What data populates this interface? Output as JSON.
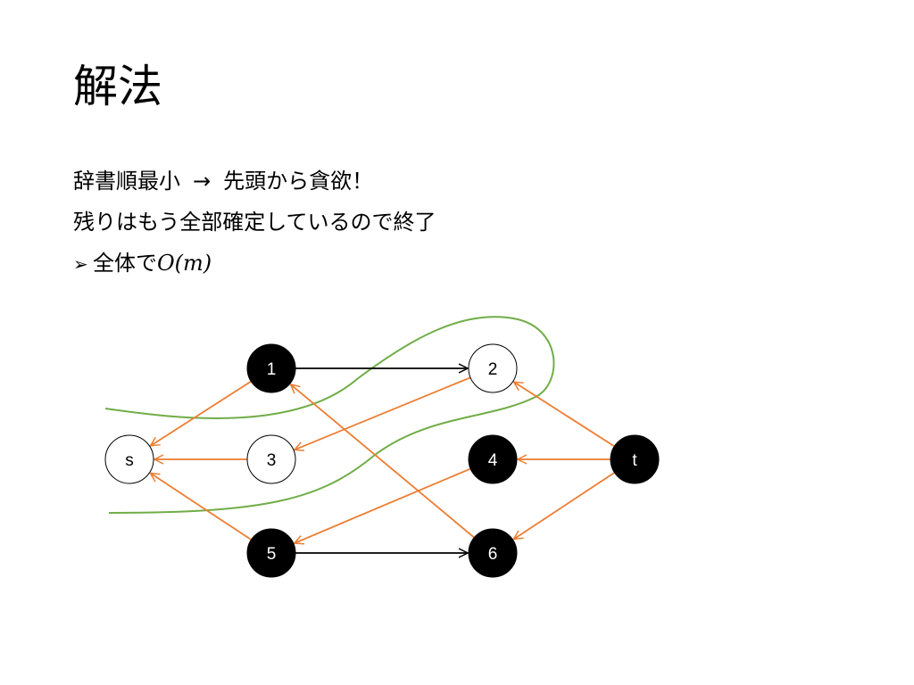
{
  "slide": {
    "title": "解法"
  },
  "body": {
    "line1": {
      "text_a": "辞書順最小",
      "arrow": "→",
      "text_b": "先頭から貪欲！"
    },
    "line2": "残りはもう全部確定しているので終了",
    "bullet": {
      "marker": "➢",
      "text": "全体で",
      "math": "O(m)"
    }
  },
  "graph": {
    "colors": {
      "black_edge": "#000000",
      "orange_edge": "#ED7D31",
      "green_curve": "#70AD47",
      "filled_node": "#000000",
      "open_node": "#FFFFFF"
    },
    "nodes": [
      {
        "id": "s",
        "label": "s",
        "filled": false
      },
      {
        "id": "1",
        "label": "1",
        "filled": true
      },
      {
        "id": "2",
        "label": "2",
        "filled": false
      },
      {
        "id": "3",
        "label": "3",
        "filled": false
      },
      {
        "id": "4",
        "label": "4",
        "filled": true
      },
      {
        "id": "5",
        "label": "5",
        "filled": true
      },
      {
        "id": "6",
        "label": "6",
        "filled": true
      },
      {
        "id": "t",
        "label": "t",
        "filled": true
      }
    ],
    "edges": [
      {
        "from": "1",
        "to": "2",
        "color": "black"
      },
      {
        "from": "5",
        "to": "6",
        "color": "black"
      },
      {
        "from": "1",
        "to": "s",
        "color": "orange"
      },
      {
        "from": "3",
        "to": "s",
        "color": "orange"
      },
      {
        "from": "5",
        "to": "s",
        "color": "orange"
      },
      {
        "from": "2",
        "to": "3",
        "color": "orange"
      },
      {
        "from": "4",
        "to": "5",
        "color": "orange"
      },
      {
        "from": "6",
        "to": "1",
        "color": "orange"
      },
      {
        "from": "t",
        "to": "2",
        "color": "orange"
      },
      {
        "from": "t",
        "to": "4",
        "color": "orange"
      },
      {
        "from": "t",
        "to": "6",
        "color": "orange"
      }
    ]
  }
}
